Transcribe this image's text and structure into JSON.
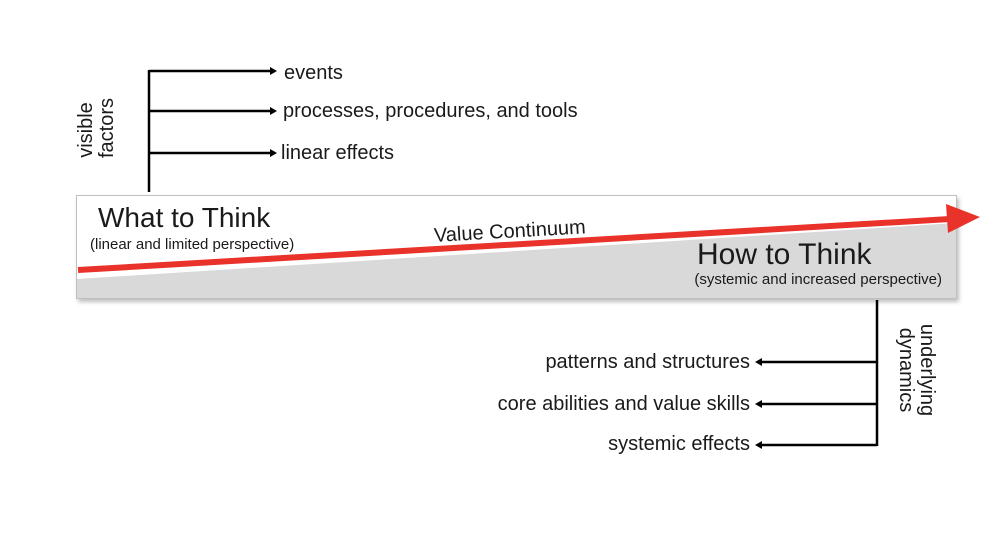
{
  "top_group": {
    "label_line1": "visible",
    "label_line2": "factors",
    "items": [
      "events",
      "processes, procedures, and tools",
      "linear effects"
    ]
  },
  "band": {
    "left_title": "What to Think",
    "left_subtitle": "(linear and limited perspective)",
    "arrow_label": "Value Continuum",
    "right_title": "How to Think",
    "right_subtitle": "(systemic and increased perspective)"
  },
  "bottom_group": {
    "label_line1": "underlying",
    "label_line2": "dynamics",
    "items": [
      "patterns and structures",
      "core abilities and value skills",
      "systemic effects"
    ]
  },
  "colors": {
    "arrow": "#e8322a",
    "band_fill": "#d9d9d9",
    "band_border": "#bfbfbf",
    "lines": "#000000"
  }
}
